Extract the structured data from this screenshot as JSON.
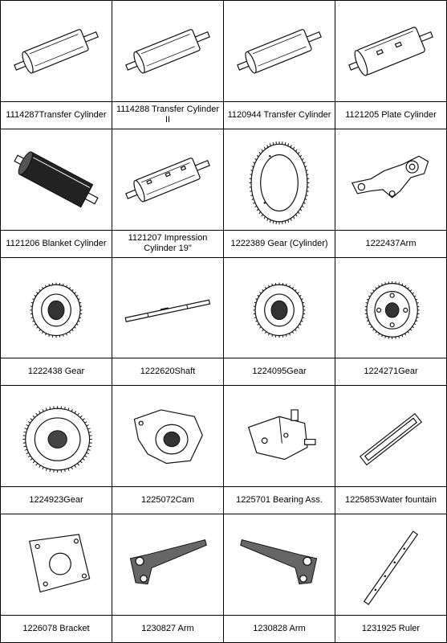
{
  "parts": [
    {
      "label": "1114287Transfer Cylinder",
      "icon": "transfer-cylinder"
    },
    {
      "label": "1114288 Transfer Cylinder II",
      "icon": "transfer-cylinder"
    },
    {
      "label": "1120944 Transfer Cylinder",
      "icon": "transfer-cylinder"
    },
    {
      "label": "1121205 Plate Cylinder",
      "icon": "plate-cylinder"
    },
    {
      "label": "1121206 Blanket Cylinder",
      "icon": "blanket-cylinder"
    },
    {
      "label": "1121207 Impression Cylinder 19\"",
      "icon": "impression-cylinder"
    },
    {
      "label": "1222389 Gear (Cylinder)",
      "icon": "ring-gear"
    },
    {
      "label": "1222437Arm",
      "icon": "arm"
    },
    {
      "label": "1222438 Gear",
      "icon": "gear"
    },
    {
      "label": "1222620Shaft",
      "icon": "shaft"
    },
    {
      "label": "1224095Gear",
      "icon": "gear"
    },
    {
      "label": "1224271Gear",
      "icon": "gear-holes"
    },
    {
      "label": "1224923Gear",
      "icon": "large-gear"
    },
    {
      "label": "1225072Cam",
      "icon": "cam"
    },
    {
      "label": "1225701 Bearing Ass.",
      "icon": "bearing-assembly"
    },
    {
      "label": "1225853Water fountain",
      "icon": "water-fountain"
    },
    {
      "label": "1226078 Bracket",
      "icon": "bracket"
    },
    {
      "label": "1230827 Arm",
      "icon": "lever-arm"
    },
    {
      "label": "1230828 Arm",
      "icon": "lever-arm-mirrored"
    },
    {
      "label": "1231925 Ruler",
      "icon": "ruler"
    }
  ]
}
